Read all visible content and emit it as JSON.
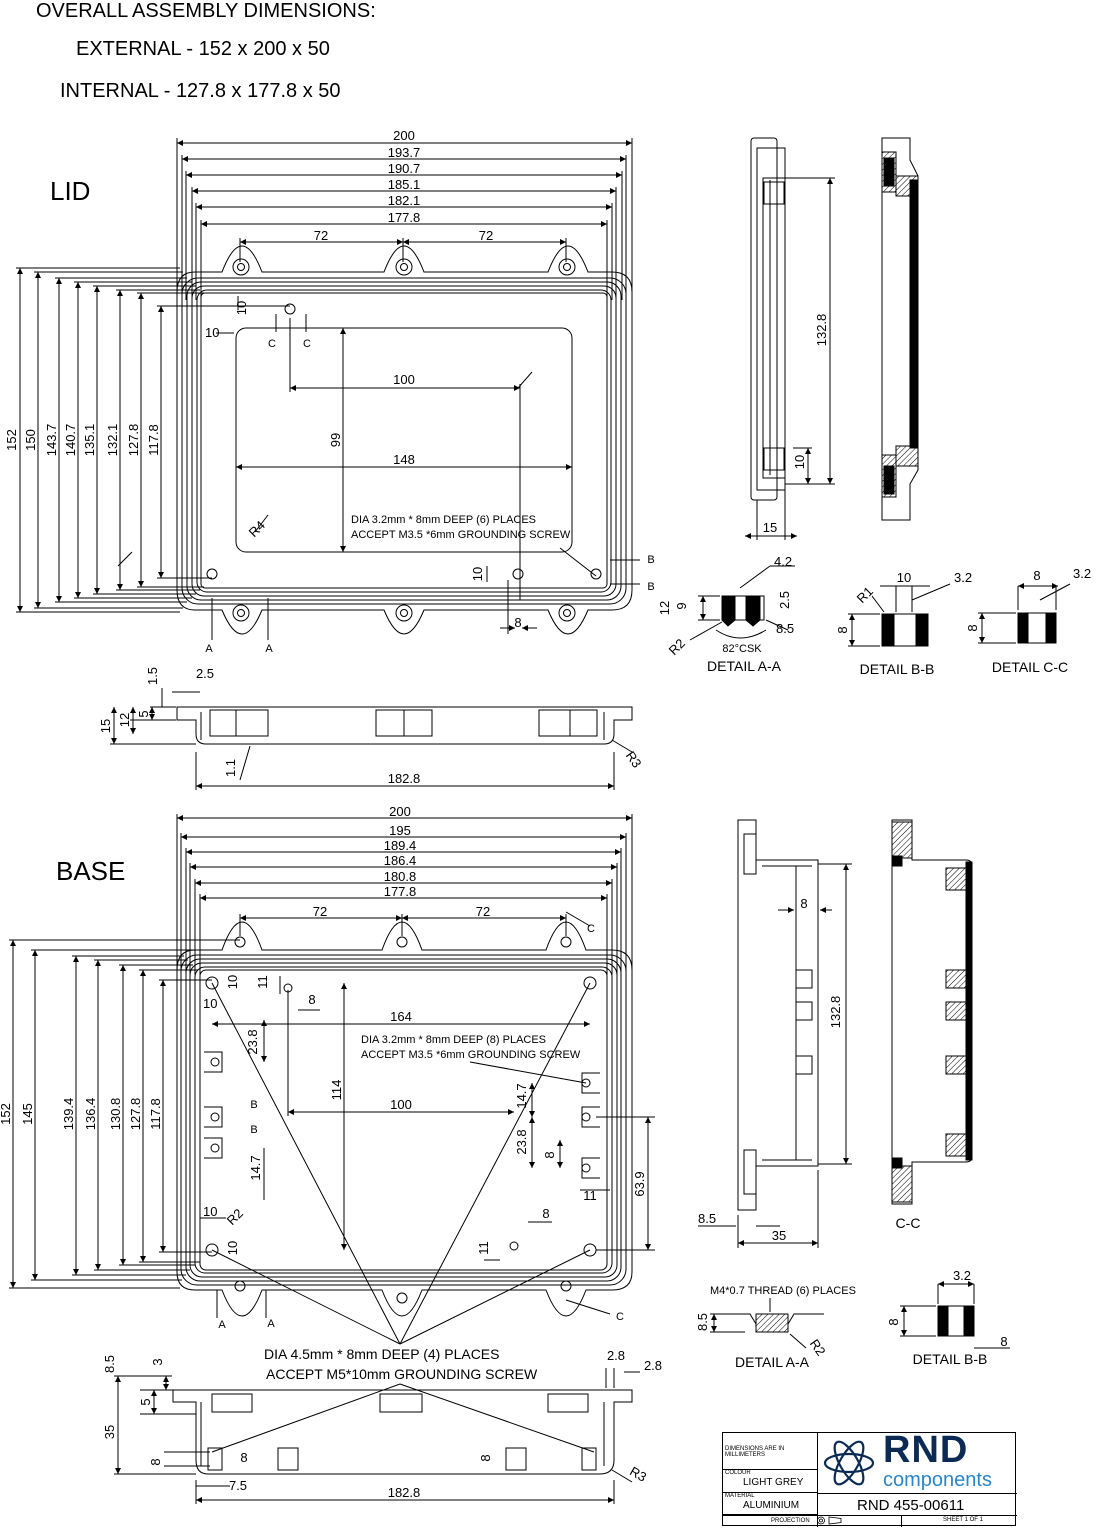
{
  "header": {
    "line1": "OVERALL ASSEMBLY DIMENSIONS:",
    "line2": "EXTERNAL - 152 x 200 x 50",
    "line3": "INTERNAL - 127.8 x 177.8 x 50"
  },
  "lid": {
    "title": "LID",
    "widths": [
      "200",
      "193.7",
      "190.7",
      "185.1",
      "182.1",
      "177.8"
    ],
    "spacing": [
      "72",
      "72"
    ],
    "heights": [
      "152",
      "150",
      "143.7",
      "140.7",
      "135.1",
      "132.1",
      "127.8",
      "117.8"
    ],
    "inner_w": "100",
    "inner_w2": "148",
    "inner_h": "99",
    "radius": "R4",
    "ten": "10",
    "eight": "8",
    "note1": "DIA 3.2mm * 8mm DEEP (6) PLACES",
    "note2": "ACCEPT M3.5 *6mm GROUNDING SCREW",
    "marks": {
      "a": "A",
      "b": "B",
      "c": "C"
    },
    "side_h": "132.8",
    "side_10": "10",
    "side_15": "15",
    "profile": {
      "d15a": "1.5",
      "d25": "2.5",
      "d15": "15",
      "d12": "12",
      "d5": "5",
      "d11": "1.1",
      "w": "182.8",
      "r3": "R3"
    },
    "detail_aa": {
      "title": "DETAIL A-A",
      "d42": "4.2",
      "d12": "12",
      "d9": "9",
      "d25": "2.5",
      "d85": "8.5",
      "r2": "R2",
      "csk": "82°CSK"
    },
    "detail_bb": {
      "title": "DETAIL B-B",
      "r1": "R1",
      "d10": "10",
      "d32": "3.2",
      "d8": "8"
    },
    "detail_cc": {
      "title": "DETAIL C-C",
      "d8": "8",
      "d32": "3.2",
      "d8v": "8"
    }
  },
  "base": {
    "title": "BASE",
    "widths": [
      "200",
      "195",
      "189.4",
      "186.4",
      "180.8",
      "177.8"
    ],
    "spacing": [
      "72",
      "72"
    ],
    "heights": [
      "152",
      "145",
      "139.4",
      "136.4",
      "130.8",
      "127.8",
      "117.8"
    ],
    "d164": "164",
    "d100": "100",
    "d114": "114",
    "d238": "23.8",
    "d147": "14.7",
    "d639": "63.9",
    "d11": "11",
    "d10": "10",
    "d8": "8",
    "r2": "R2",
    "note1": "DIA 3.2mm * 8mm DEEP (8) PLACES",
    "note2": "ACCEPT M3.5 *6mm GROUNDING SCREW",
    "big_note1": "DIA 4.5mm * 8mm DEEP (4) PLACES",
    "big_note2": "ACCEPT M5*10mm GROUNDING SCREW",
    "marks": {
      "a": "A",
      "b": "B",
      "c": "C"
    },
    "side_h": "132.8",
    "side_8": "8",
    "side_85": "8.5",
    "side_35": "35",
    "section": "C-C",
    "profile": {
      "d85": "8.5",
      "d3": "3",
      "d5": "5",
      "d35": "35",
      "d8": "8",
      "d75": "7.5",
      "w": "182.8",
      "d28a": "2.8",
      "d28b": "2.8",
      "r3": "R3"
    },
    "detail_aa": {
      "title": "DETAIL A-A",
      "thread": "M4*0.7 THREAD (6) PLACES",
      "d85": "8.5",
      "r2": "R2"
    },
    "detail_bb": {
      "title": "DETAIL B-B",
      "d32": "3.2",
      "d8": "8",
      "d8b": "8"
    }
  },
  "title_block": {
    "units": "DIMENSIONS ARE IN MILLIMETERS",
    "colour_label": "COLOUR",
    "colour": "LIGHT GREY",
    "material_label": "MATERIAL",
    "material": "ALUMINIUM",
    "projection_label": "PROJECTION",
    "sheet": "SHEET 1 OF 1",
    "logo_main": "RND",
    "logo_sub": "components",
    "part_no": "RND 455-00611"
  },
  "colors": {
    "line": "#000000",
    "logo_dark": "#0b2b55",
    "logo_blue": "#2a86c8"
  }
}
